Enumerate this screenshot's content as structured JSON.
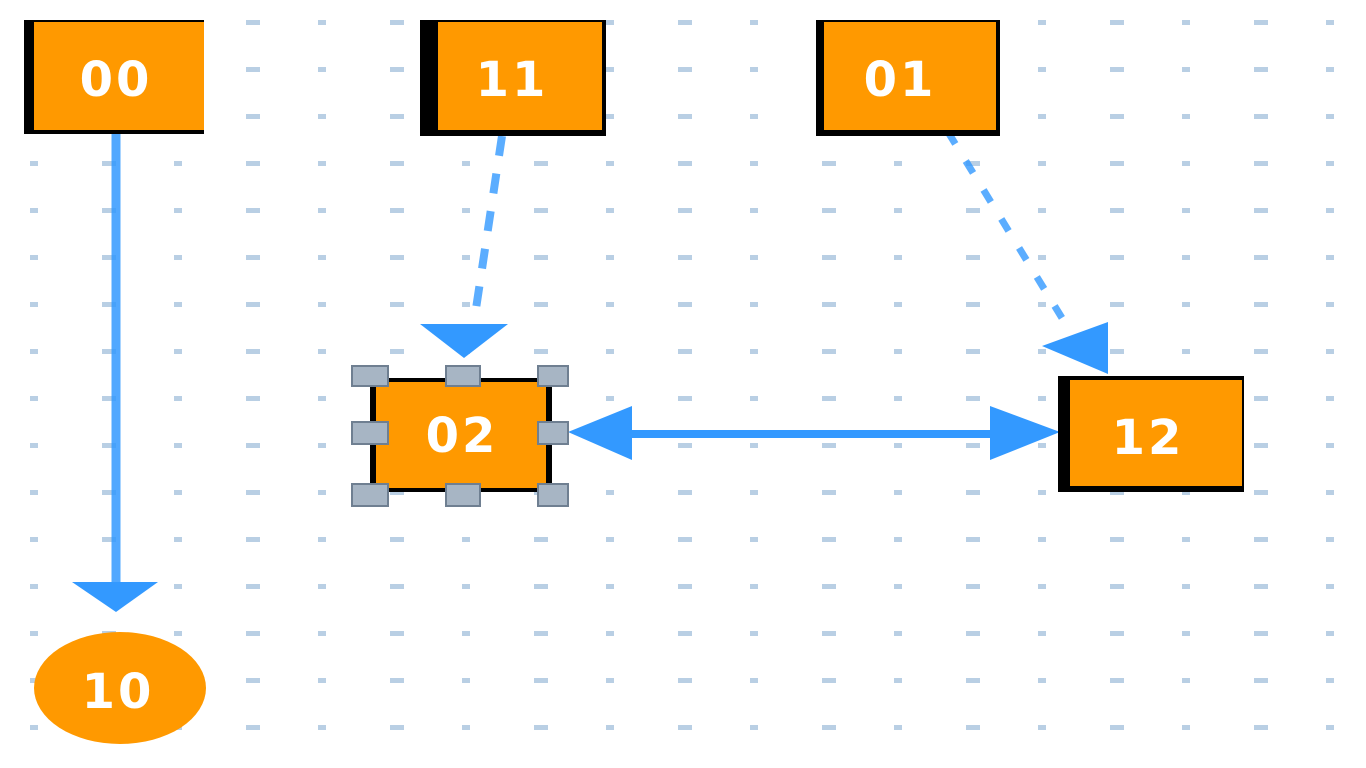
{
  "diagram": {
    "nodes": [
      {
        "id": "n00",
        "label": "00",
        "shape": "rect",
        "selected": false
      },
      {
        "id": "n11",
        "label": "11",
        "shape": "rect",
        "selected": false
      },
      {
        "id": "n01",
        "label": "01",
        "shape": "rect",
        "selected": false
      },
      {
        "id": "n02",
        "label": "02",
        "shape": "rect",
        "selected": true
      },
      {
        "id": "n12",
        "label": "12",
        "shape": "rect",
        "selected": false
      },
      {
        "id": "n10",
        "label": "10",
        "shape": "ellipse",
        "selected": false
      }
    ],
    "edges": [
      {
        "from": "00",
        "to": "10",
        "style": "solid"
      },
      {
        "from": "11",
        "to": "02",
        "style": "dashed"
      },
      {
        "from": "01",
        "to": "12",
        "style": "dashed"
      },
      {
        "from": "02",
        "to": "12",
        "style": "solid-bidirectional"
      }
    ]
  },
  "colors": {
    "node_fill": "#ff9900",
    "node_border": "#000000",
    "edge": "#3399ff",
    "handle": "#a7b5c4",
    "grid_dot": "#b9cfe4",
    "background": "#ffffff"
  }
}
